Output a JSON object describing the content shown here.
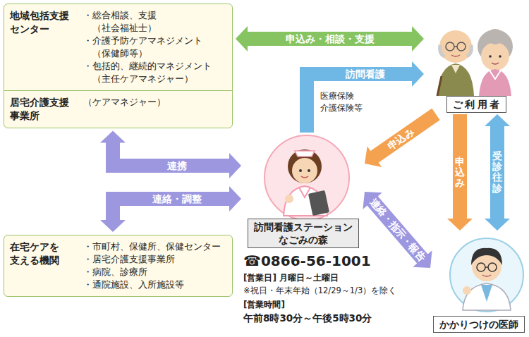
{
  "diagram": {
    "nodes": [
      {
        "text": [
          "地域包括支援 センター",
          "・総合相談、支援 （社会福祉士）",
          "・介護予防ケアマネジメント （保健師等）",
          "・包括的、継続的マネジメント （主任ケアマネジャー）"
        ]
      },
      {
        "text": [
          "居宅介護支援 事業所",
          "（ケアマネジャー）"
        ]
      },
      {
        "text": [
          "ご利用者"
        ]
      },
      {
        "text": [
          "訪問看護ステーション なごみの森"
        ]
      },
      {
        "text": [
          "在宅ケアを 支える機関",
          "・市町村、保健所、保健センター",
          "・居宅介護支援事業所",
          "・病院、診療所",
          "・通院施設、入所施設等"
        ]
      },
      {
        "text": [
          "かかりつけの医師"
        ]
      }
    ],
    "edges": [
      {
        "from": 0,
        "to": 2,
        "label": "申込み・相談・支援",
        "arrow": "both"
      },
      {
        "from": 3,
        "to": 2,
        "label": "訪問看護",
        "arrow": "to"
      },
      {
        "from": 2,
        "to": 3,
        "label": "申込み",
        "arrow": "to"
      },
      {
        "from": 3,
        "to": 1,
        "label": "連携",
        "arrow": "both"
      },
      {
        "from": 3,
        "to": 4,
        "label": "連絡・調整",
        "arrow": "both"
      },
      {
        "from": 3,
        "to": 5,
        "label": "連絡・指示・報告",
        "arrow": "both"
      },
      {
        "from": 2,
        "to": 5,
        "label": "申込み",
        "arrow": "to"
      },
      {
        "from": 5,
        "to": 2,
        "label": "受診・往診",
        "arrow": "both"
      }
    ],
    "labels": [
      "医療保険 介護保険等",
      "☎0866-56-1001",
      "[営業日] 月曜日～土曜日",
      "※祝日・年末年始（12/29～1/3）を除く",
      "[営業時間]",
      "午前8時30分～午後5時30分"
    ]
  }
}
